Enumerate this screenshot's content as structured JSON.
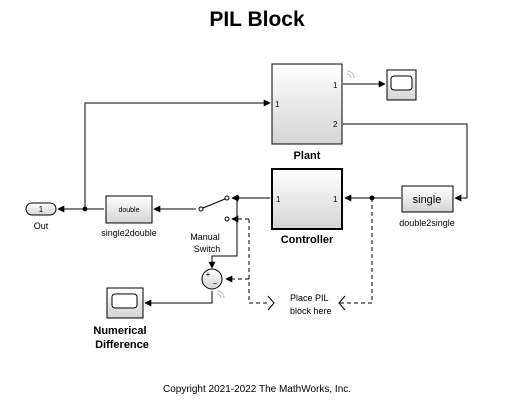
{
  "title": "PIL Block",
  "copyright": "Copyright 2021-2022 The MathWorks, Inc.",
  "blocks": {
    "plant": {
      "name": "Plant",
      "in1": "1",
      "out1": "1",
      "out2": "2"
    },
    "controller": {
      "name": "Controller",
      "in1": "1",
      "out1": "1"
    },
    "out_port": {
      "number": "1",
      "name": "Out"
    },
    "single2double": {
      "text": "double",
      "name": "single2double"
    },
    "double2single": {
      "text": "single",
      "name": "double2single"
    },
    "manual_switch": {
      "name_line1": "Manual",
      "name_line2": "Switch"
    },
    "numerical_difference": {
      "name_line1": "Numerical",
      "name_line2": "Difference"
    },
    "sum": {
      "plus": "+",
      "minus": "−"
    },
    "annotation": {
      "line1": "Place PIL",
      "line2": "block here"
    }
  },
  "colors": {
    "line": "#000000",
    "block_fill_top": "#ffffff",
    "block_fill_bottom": "#d8d8d8",
    "signal_icon": "#bbbbbb"
  }
}
